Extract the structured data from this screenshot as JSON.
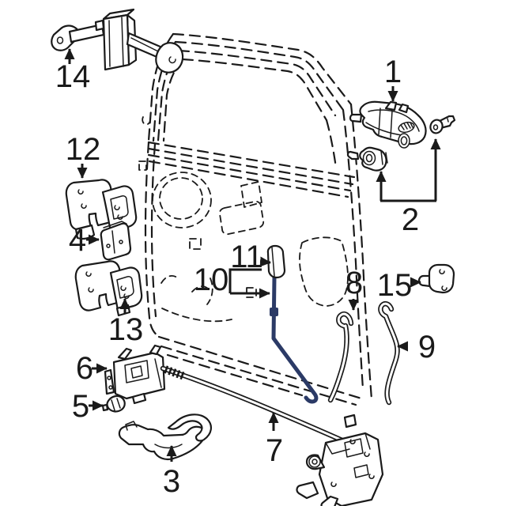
{
  "diagram": {
    "kind": "exploded-parts-line-drawing",
    "background": "#ffffff",
    "line_color": "#1a1a1a",
    "highlight_color": "#2b3a66",
    "callouts": [
      {
        "label": "1"
      },
      {
        "label": "2"
      },
      {
        "label": "3"
      },
      {
        "label": "4"
      },
      {
        "label": "5"
      },
      {
        "label": "6"
      },
      {
        "label": "7"
      },
      {
        "label": "8"
      },
      {
        "label": "9"
      },
      {
        "label": "10"
      },
      {
        "label": "11"
      },
      {
        "label": "12"
      },
      {
        "label": "13"
      },
      {
        "label": "14"
      },
      {
        "label": "15"
      }
    ]
  }
}
